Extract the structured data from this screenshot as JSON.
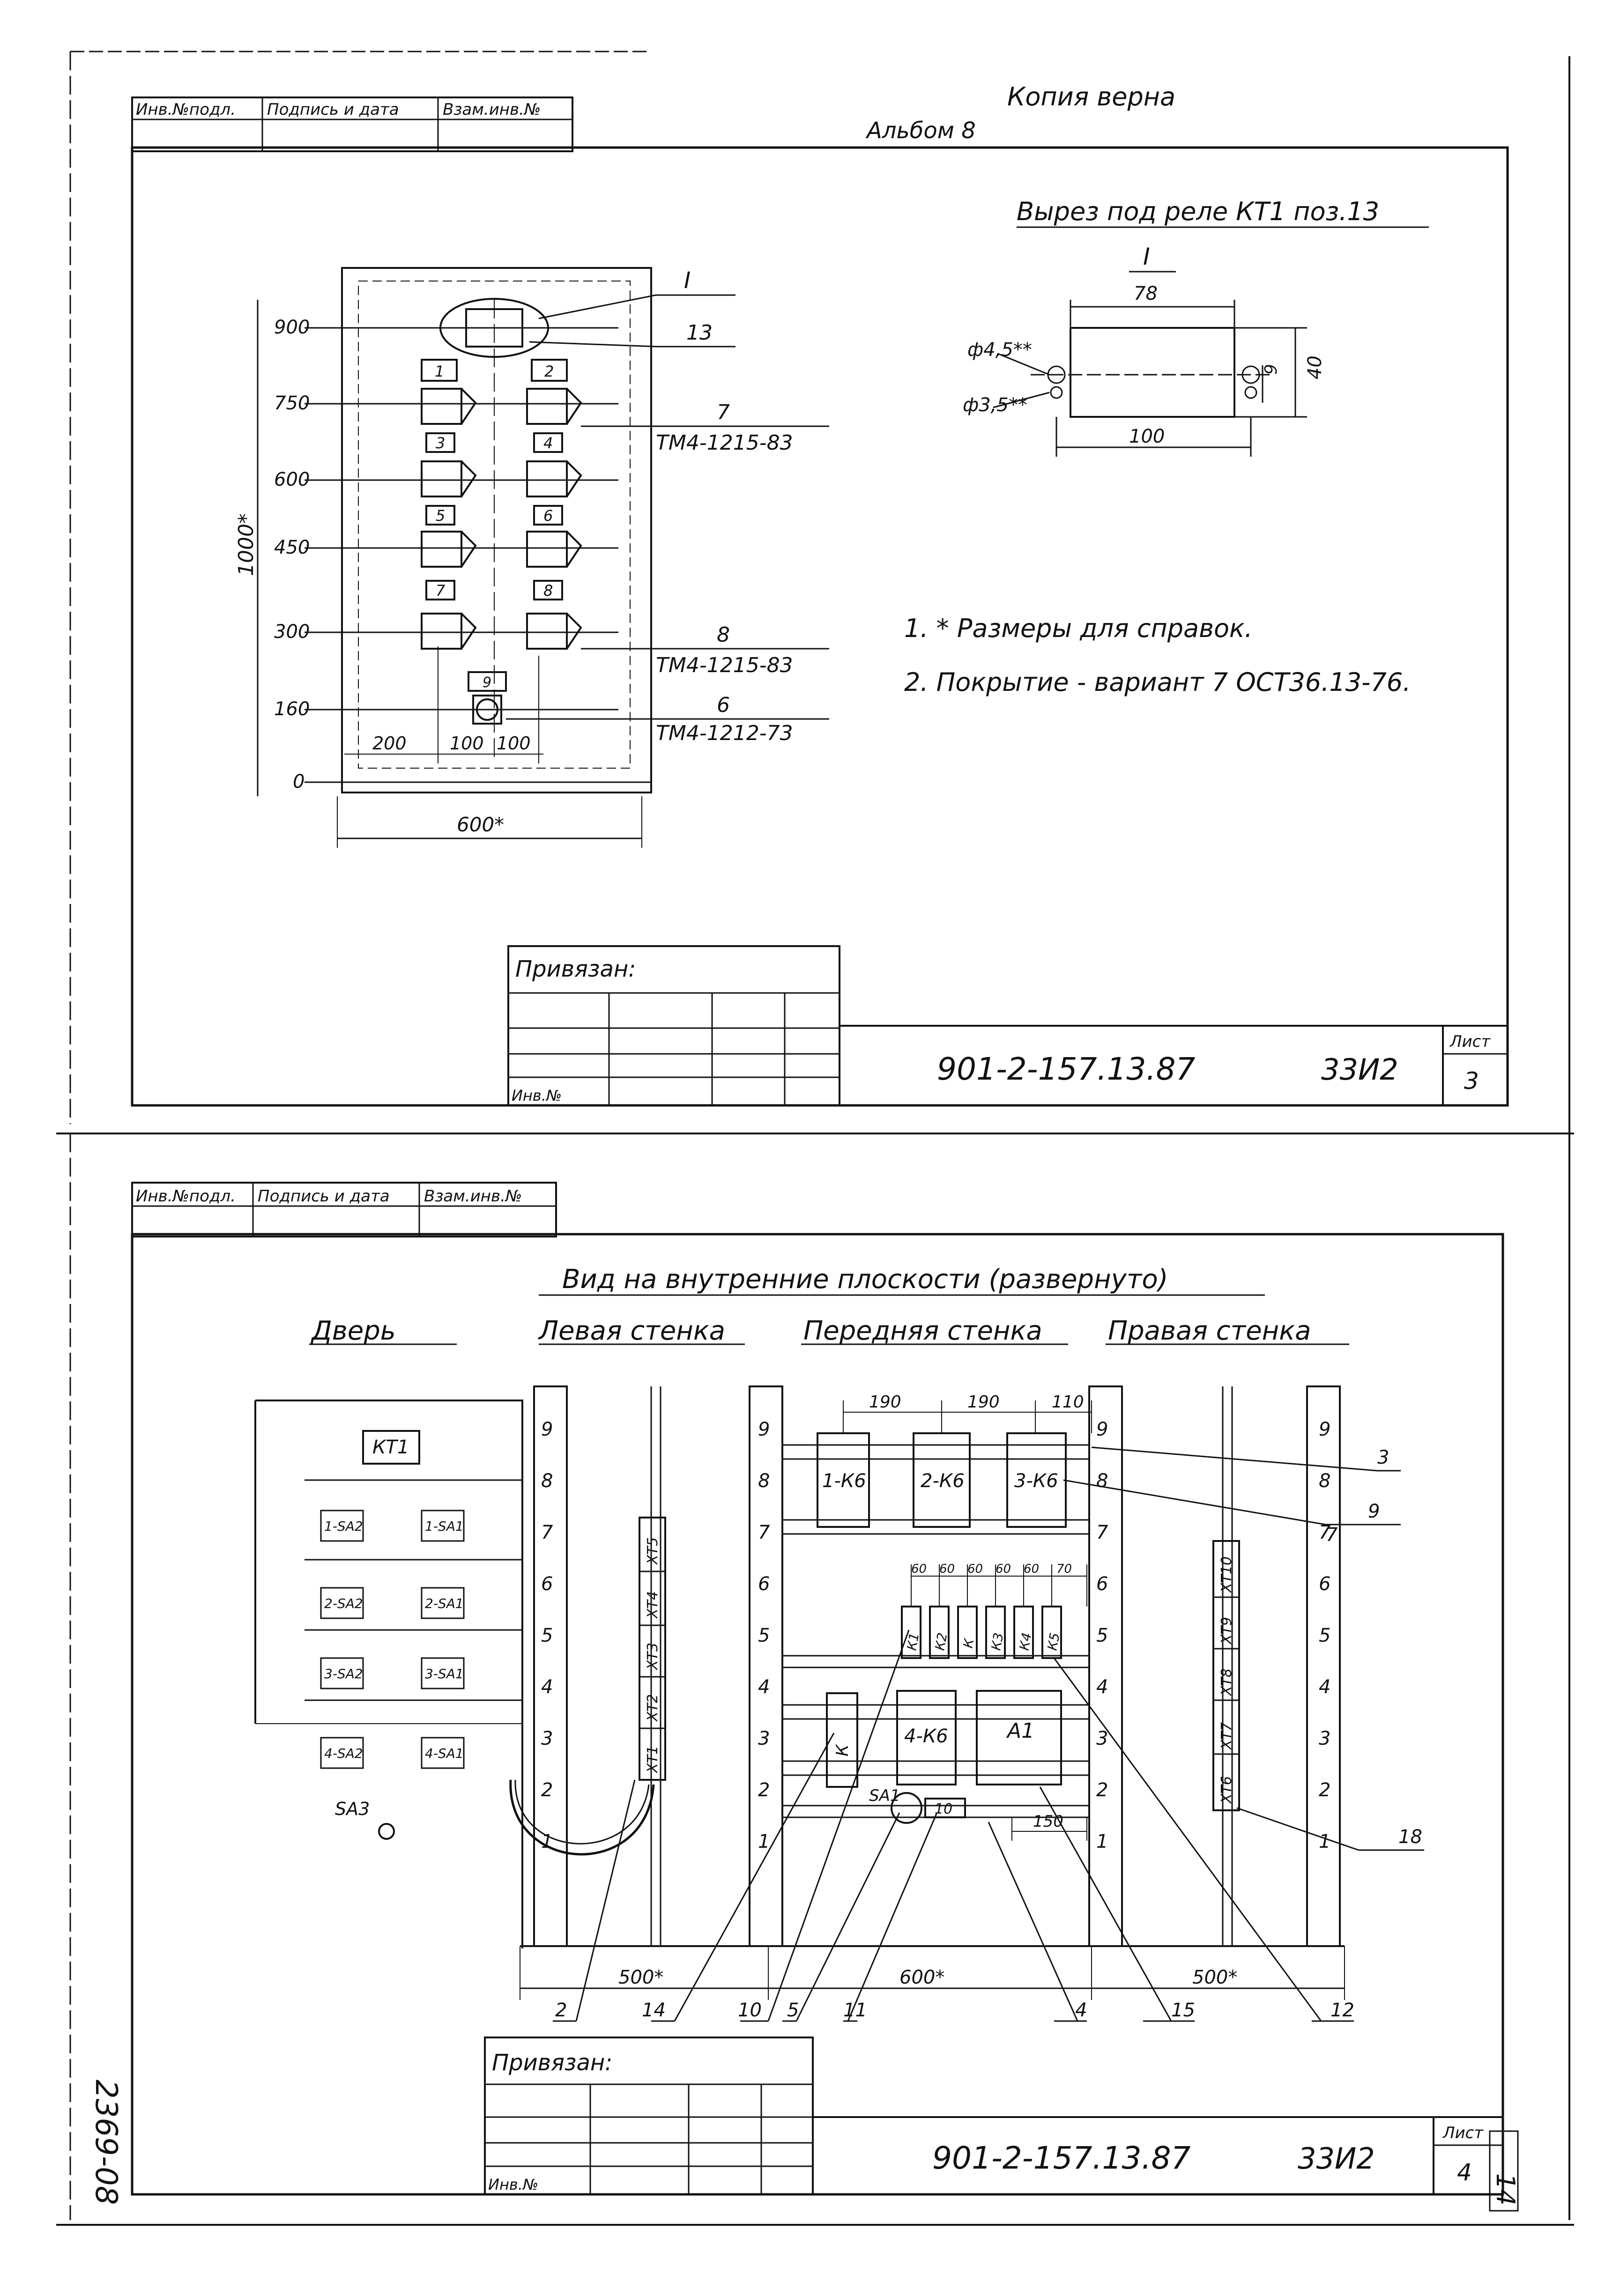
{
  "top_sheet": {
    "stamp_headers": [
      "Инв.№подл.",
      "Подпись и дата",
      "Взам.инв.№"
    ],
    "certified_copy": "Копия верна",
    "album": "Альбом 8",
    "cutout_title": "Вырез под реле КТ1 поз.13",
    "cutout_view": "I",
    "cutout_dims": {
      "width_top": "78",
      "width_bottom": "100",
      "height": "40",
      "hole_spacing": "9",
      "hole_big": "ф4,5**",
      "hole_small": "ф3,5**"
    },
    "panel_levels": [
      "900",
      "750",
      "600",
      "450",
      "300",
      "160",
      "0"
    ],
    "panel_height": "1000*",
    "panel_width": "600*",
    "panel_bottom_dims": [
      "200",
      "100",
      "100"
    ],
    "relay_left_numbers": [
      "1",
      "3",
      "5",
      "7"
    ],
    "relay_right_numbers": [
      "2",
      "4",
      "6",
      "8"
    ],
    "relay_small_number": "9",
    "callouts": [
      {
        "num": "I"
      },
      {
        "num": "13"
      },
      {
        "num": "7",
        "doc": "ТМ4-1215-83"
      },
      {
        "num": "8",
        "doc": "ТМ4-1215-83"
      },
      {
        "num": "6",
        "doc": "ТМ4-1212-73"
      }
    ],
    "notes": [
      "1. * Размеры для справок.",
      "2. Покрытие - вариант 7  ОСТ36.13-76."
    ],
    "privyazan": "Привязан:",
    "inv_no": "Инв.№",
    "doc_code": "901-2-157.13.87",
    "sheet_code": "33И2",
    "list_label": "Лист",
    "list_no": "3"
  },
  "bottom_sheet": {
    "stamp_headers": [
      "Инв.№подл.",
      "Подпись и дата",
      "Взам.инв.№"
    ],
    "view_title": "Вид на внутренние плоскости (развернуто)",
    "sections": [
      "Дверь",
      "Левая стенка",
      "Передняя стенка",
      "Правая стенка"
    ],
    "door_relay": "КТ1",
    "door_switches_left": [
      "1-SA2",
      "2-SA2",
      "3-SA2",
      "4-SA2"
    ],
    "door_switches_right": [
      "1-SA1",
      "2-SA1",
      "3-SA1",
      "4-SA1"
    ],
    "door_lamp": "SA3",
    "rail_numbers": [
      "1",
      "2",
      "3",
      "4",
      "5",
      "6",
      "7",
      "8",
      "9"
    ],
    "left_terminals": [
      "ХТ1",
      "ХТ2",
      "ХТ3",
      "ХТ4",
      "ХТ5"
    ],
    "right_terminals": [
      "ХТ6",
      "ХТ7",
      "ХТ8",
      "ХТ9",
      "ХТ10"
    ],
    "front_top_devices": [
      "1-К6",
      "2-К6",
      "3-К6"
    ],
    "front_top_dims": [
      "190",
      "190",
      "110"
    ],
    "front_mid_devices": [
      "К1",
      "К2",
      "К",
      "К3",
      "К4",
      "К5"
    ],
    "front_mid_dims": [
      "60",
      "60",
      "60",
      "60",
      "60",
      "70"
    ],
    "front_bottom_devices": [
      "К",
      "4-К6",
      "А1"
    ],
    "sa1_label": "SA1",
    "small_device": "10",
    "dim_150": "150",
    "overall_dims": [
      "500*",
      "600*",
      "500*"
    ],
    "callouts_right": [
      "3",
      "9",
      "7",
      "18"
    ],
    "callouts_bottom": [
      "2",
      "14",
      "10",
      "5",
      "11",
      "4",
      "15",
      "12"
    ],
    "privyazan": "Привязан:",
    "inv_no": "Инв.№",
    "doc_code": "901-2-157.13.87",
    "sheet_code": "33И2",
    "list_label": "Лист",
    "list_no": "4"
  },
  "margin": {
    "archive_no": "2369-08",
    "page_no": "14"
  }
}
